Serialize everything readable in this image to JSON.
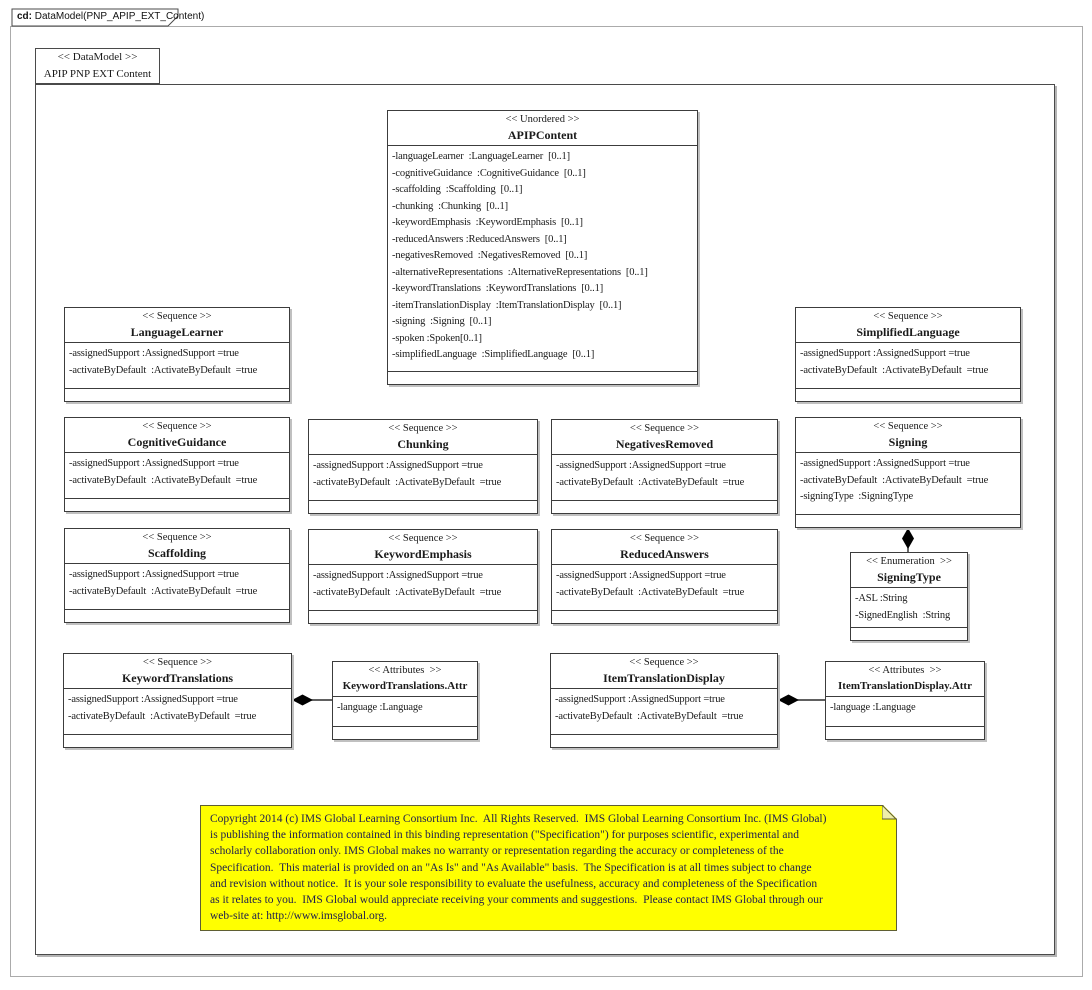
{
  "frame": {
    "tab_bold": "cd:",
    "tab_text": " DataModel(PNP_APIP_EXT_Content)"
  },
  "package": {
    "stereotype": "<< DataModel >>",
    "name": "APIP PNP EXT Content"
  },
  "colors": {
    "note_fill": "#ffff00",
    "note_text": "#20204e",
    "box_fill": "#ffffff",
    "line": "#3c3c3c"
  },
  "classes": {
    "apipContent": {
      "stereotype": "<< Unordered >>",
      "name": "APIPContent",
      "attributes": [
        "-languageLearner  :LanguageLearner  [0..1]",
        "-cognitiveGuidance  :CognitiveGuidance  [0..1]",
        "-scaffolding  :Scaffolding  [0..1]",
        "-chunking  :Chunking  [0..1]",
        "-keywordEmphasis  :KeywordEmphasis  [0..1]",
        "-reducedAnswers :ReducedAnswers  [0..1]",
        "-negativesRemoved  :NegativesRemoved  [0..1]",
        "-alternativeRepresentations  :AlternativeRepresentations  [0..1]",
        "-keywordTranslations  :KeywordTranslations  [0..1]",
        "-itemTranslationDisplay  :ItemTranslationDisplay  [0..1]",
        "-signing  :Signing  [0..1]",
        "-spoken :Spoken[0..1]",
        "-simplifiedLanguage  :SimplifiedLanguage  [0..1]"
      ]
    },
    "languageLearner": {
      "stereotype": "<< Sequence >>",
      "name": "LanguageLearner",
      "attributes": [
        "-assignedSupport :AssignedSupport =true",
        "-activateByDefault  :ActivateByDefault  =true"
      ]
    },
    "simplifiedLanguage": {
      "stereotype": "<< Sequence >>",
      "name": "SimplifiedLanguage",
      "attributes": [
        "-assignedSupport :AssignedSupport =true",
        "-activateByDefault  :ActivateByDefault  =true"
      ]
    },
    "cognitiveGuidance": {
      "stereotype": "<< Sequence >>",
      "name": "CognitiveGuidance",
      "attributes": [
        "-assignedSupport :AssignedSupport =true",
        "-activateByDefault  :ActivateByDefault  =true"
      ]
    },
    "chunking": {
      "stereotype": "<< Sequence >>",
      "name": "Chunking",
      "attributes": [
        "-assignedSupport :AssignedSupport =true",
        "-activateByDefault  :ActivateByDefault  =true"
      ]
    },
    "negativesRemoved": {
      "stereotype": "<< Sequence >>",
      "name": "NegativesRemoved",
      "attributes": [
        "-assignedSupport :AssignedSupport =true",
        "-activateByDefault  :ActivateByDefault  =true"
      ]
    },
    "signing": {
      "stereotype": "<< Sequence >>",
      "name": "Signing",
      "attributes": [
        "-assignedSupport :AssignedSupport =true",
        "-activateByDefault  :ActivateByDefault  =true",
        "-signingType  :SigningType"
      ]
    },
    "scaffolding": {
      "stereotype": "<< Sequence >>",
      "name": "Scaffolding",
      "attributes": [
        "-assignedSupport :AssignedSupport =true",
        "-activateByDefault  :ActivateByDefault  =true"
      ]
    },
    "keywordEmphasis": {
      "stereotype": "<< Sequence >>",
      "name": "KeywordEmphasis",
      "attributes": [
        "-assignedSupport :AssignedSupport =true",
        "-activateByDefault  :ActivateByDefault  =true"
      ]
    },
    "reducedAnswers": {
      "stereotype": "<< Sequence >>",
      "name": "ReducedAnswers",
      "attributes": [
        "-assignedSupport :AssignedSupport =true",
        "-activateByDefault  :ActivateByDefault  =true"
      ]
    },
    "signingType": {
      "stereotype": "<< Enumeration  >>",
      "name": "SigningType",
      "attributes": [
        "-ASL :String",
        "-SignedEnglish  :String"
      ]
    },
    "keywordTranslations": {
      "stereotype": "<< Sequence >>",
      "name": "KeywordTranslations",
      "attributes": [
        "-assignedSupport :AssignedSupport =true",
        "-activateByDefault  :ActivateByDefault  =true"
      ]
    },
    "keywordTranslationsAttr": {
      "stereotype": "<< Attributes  >>",
      "name": "KeywordTranslations.Attr",
      "attributes": [
        "-language :Language"
      ]
    },
    "itemTranslationDisplay": {
      "stereotype": "<< Sequence >>",
      "name": "ItemTranslationDisplay",
      "attributes": [
        "-assignedSupport :AssignedSupport =true",
        "-activateByDefault  :ActivateByDefault  =true"
      ]
    },
    "itemTranslationDisplayAttr": {
      "stereotype": "<< Attributes  >>",
      "name": "ItemTranslationDisplay.Attr",
      "attributes": [
        "-language :Language"
      ]
    }
  },
  "note": {
    "lines": [
      "Copyright 2014 (c) IMS Global Learning Consortium Inc.  All Rights Reserved.  IMS Global Learning Consortium Inc. (IMS Global)",
      "is publishing the information contained in this binding representation (\"Specification\") for purposes scientific, experimental and",
      "scholarly collaboration only. IMS Global makes no warranty or representation regarding the accuracy or completeness of the",
      "Specification.  This material is provided on an \"As Is\" and \"As Available\" basis.  The Specification is at all times subject to change",
      "and revision without notice.  It is your sole responsibility to evaluate the usefulness, accuracy and completeness of the Specification",
      "as it relates to you.  IMS Global would appreciate receiving your comments and suggestions.  Please contact IMS Global through our",
      "web-site at: http://www.imsglobal.org."
    ]
  }
}
